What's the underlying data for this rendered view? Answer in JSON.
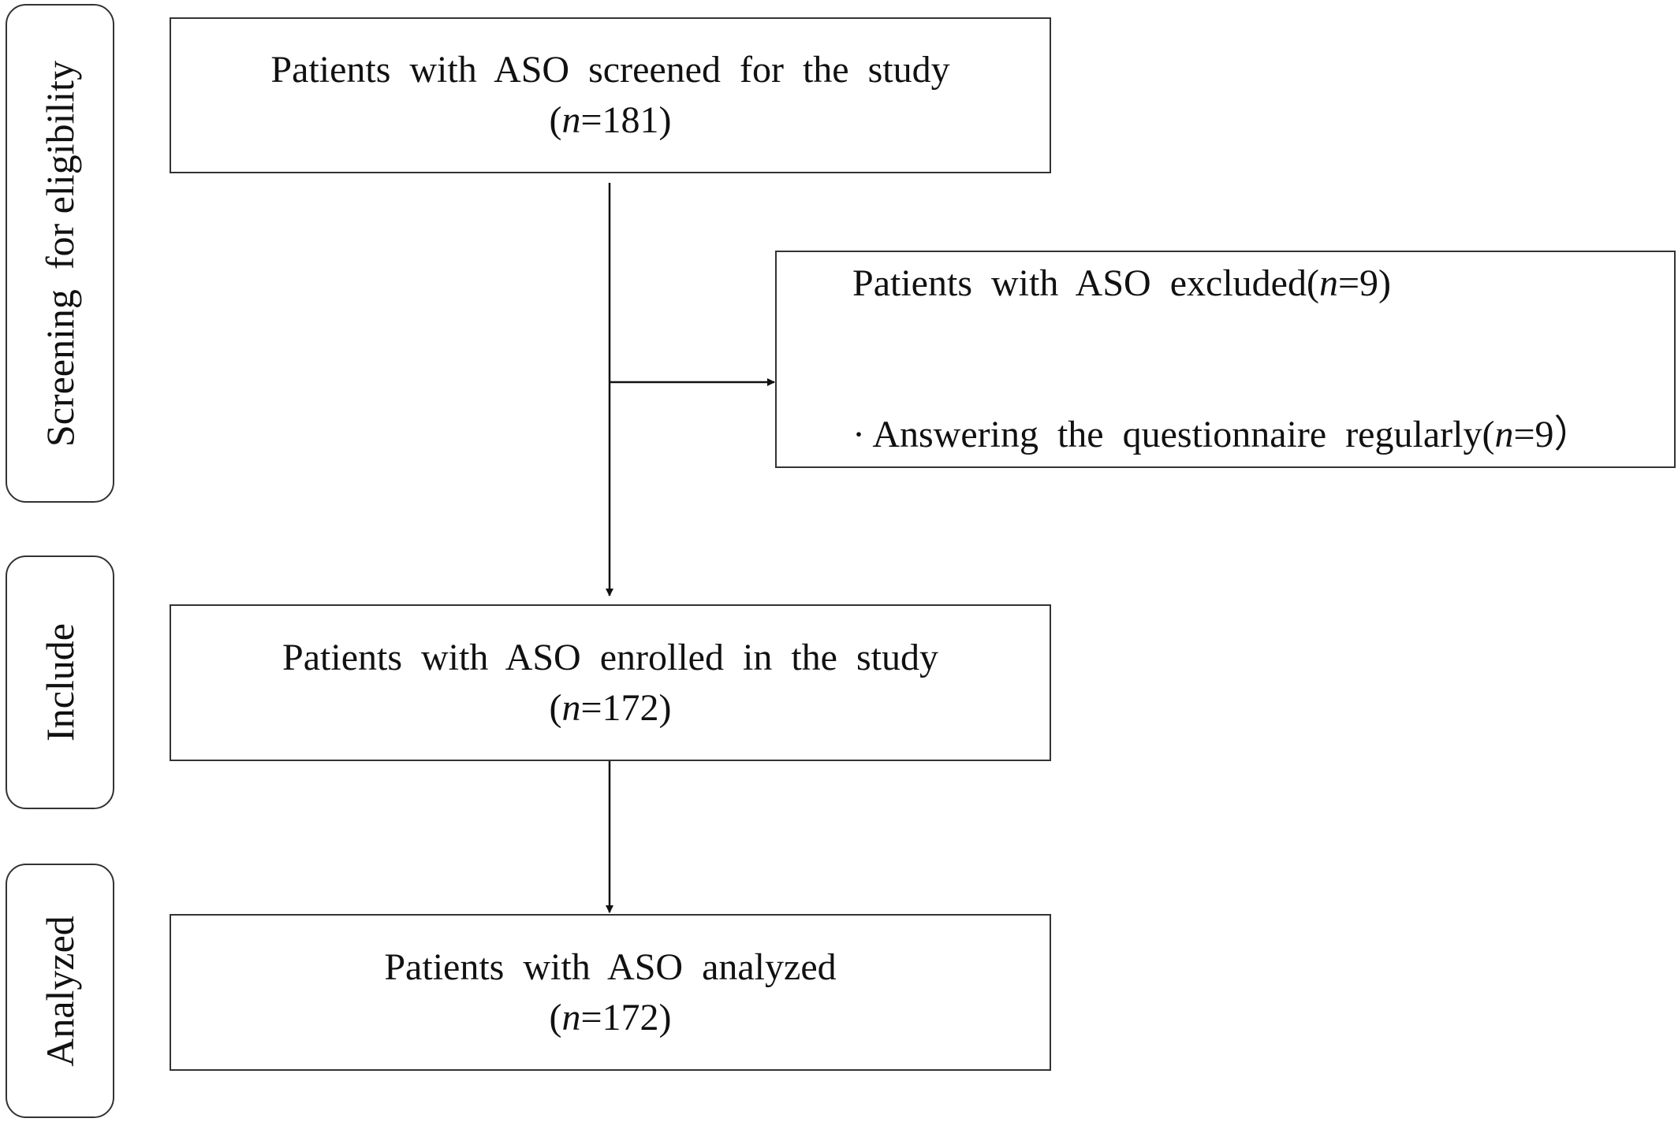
{
  "stages": {
    "screening": "Screening  for eligibility",
    "include": "Include",
    "analyzed": "Analyzed"
  },
  "boxes": {
    "screened": {
      "title": "Patients  with  ASO  screened  for  the  study",
      "n_open": "(",
      "n_var": "n",
      "n_rest": "=181)"
    },
    "excluded": {
      "title_pre": "Patients  with  ASO  excluded(",
      "title_var": "n",
      "title_post": "=9)",
      "reason_pre": "· Answering  the  questionnaire  regularly(",
      "reason_var": "n",
      "reason_post": "=9）"
    },
    "enrolled": {
      "title": "Patients  with  ASO  enrolled  in  the  study",
      "n_open": "(",
      "n_var": "n",
      "n_rest": "=172)"
    },
    "analyzed": {
      "title": "Patients  with  ASO  analyzed",
      "n_open": "(",
      "n_var": "n",
      "n_rest": "=172)"
    }
  }
}
